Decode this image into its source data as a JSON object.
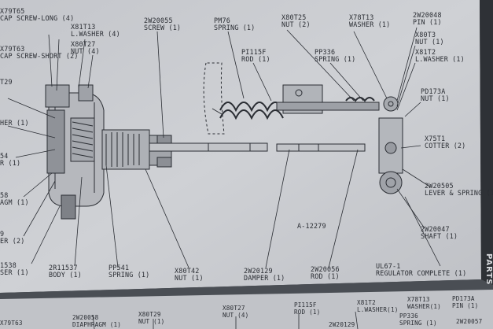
{
  "figure_number": "A-12279",
  "labels": {
    "cap_screw_long": {
      "part": "X79T65",
      "desc": "CAP SCREW-LONG (4)"
    },
    "cap_screw_short": {
      "part": "X79T63",
      "desc": "CAP SCREW-SHORT (2)"
    },
    "washer_left": {
      "part": "X81T13",
      "desc": "L.WASHER (4)"
    },
    "nut_left": {
      "part": "X80T27",
      "desc": "NUT (4)"
    },
    "screw": {
      "part": "2W20055",
      "desc": "SCREW (1)"
    },
    "spring_pm76": {
      "part": "PM76",
      "desc": "SPRING (1)"
    },
    "nut_x80t25": {
      "part": "X80T25",
      "desc": "NUT (2)"
    },
    "washer_x78t13": {
      "part": "X78T13",
      "desc": "WASHER (1)"
    },
    "pin": {
      "part": "2W20048",
      "desc": "PIN (1)"
    },
    "nut_x80t3": {
      "part": "X80T3",
      "desc": "NUT (1)"
    },
    "lwasher_x81t2": {
      "part": "X81T2",
      "desc": "L.WASHER (1)"
    },
    "rod_pi115f": {
      "part": "PI115F",
      "desc": "ROD (1)"
    },
    "spring_pp336": {
      "part": "PP336",
      "desc": "SPRING (1)"
    },
    "nut_pd173a": {
      "part": "PD173A",
      "desc": "NUT (1)"
    },
    "cotter": {
      "part": "X75T1",
      "desc": "COTTER (2)"
    },
    "lever_spring": {
      "part": "2W20505",
      "desc": "LEVER & SPRING (1)"
    },
    "shaft": {
      "part": "2W20047",
      "desc": "SHAFT (1)"
    },
    "left_t29": {
      "part": "T29",
      "desc": ""
    },
    "left_washer": {
      "part": "",
      "desc": "HER (1)"
    },
    "left_54": {
      "part": "54",
      "desc": "R (1)"
    },
    "left_58": {
      "part": "58",
      "desc": "AGM (1)"
    },
    "left_9": {
      "part": "9",
      "desc": "ER (2)"
    },
    "left_1538": {
      "part": "1538",
      "desc": "SER (1)"
    },
    "body": {
      "part": "2R11537",
      "desc": "BODY (1)"
    },
    "spring_pp541": {
      "part": "PP541",
      "desc": "SPRING (1)"
    },
    "nut_x80t42": {
      "part": "X80T42",
      "desc": "NUT (1)"
    },
    "damper": {
      "part": "2W20129",
      "desc": "DAMPER (1)"
    },
    "rod_2w20056": {
      "part": "2W20056",
      "desc": "ROD (1)"
    },
    "regulator": {
      "part": "UL67-1",
      "desc": "REGULATOR COMPLETE (1)"
    }
  },
  "bottom_strip": {
    "c1": {
      "part": "X79T63",
      "desc": ""
    },
    "c2": {
      "part": "2W20058",
      "desc": "DIAPHRAGM (1)"
    },
    "c3": {
      "part": "X80T29",
      "desc": "NUT (1)"
    },
    "c4": {
      "part": "X80T27",
      "desc": "NUT (4)"
    },
    "c5": {
      "part": "PI115F",
      "desc": "ROD (1)"
    },
    "c6": {
      "part": "2W20129",
      "desc": ""
    },
    "c7": {
      "part": "X81T2",
      "desc": "L.WASHER(1)"
    },
    "c8": {
      "part": "PP336",
      "desc": "SPRING (1)"
    },
    "c9": {
      "part": "X78T13",
      "desc": "WASHER(1)"
    },
    "c10": {
      "part": "PD173A",
      "desc": "PIN (1)"
    },
    "c11": {
      "part": "2W20057",
      "desc": ""
    }
  },
  "side_tab": "PARTS",
  "colors": {
    "paper": "#c9cbcf",
    "ink": "#2a2d33",
    "shadow": "#3b3f45"
  }
}
